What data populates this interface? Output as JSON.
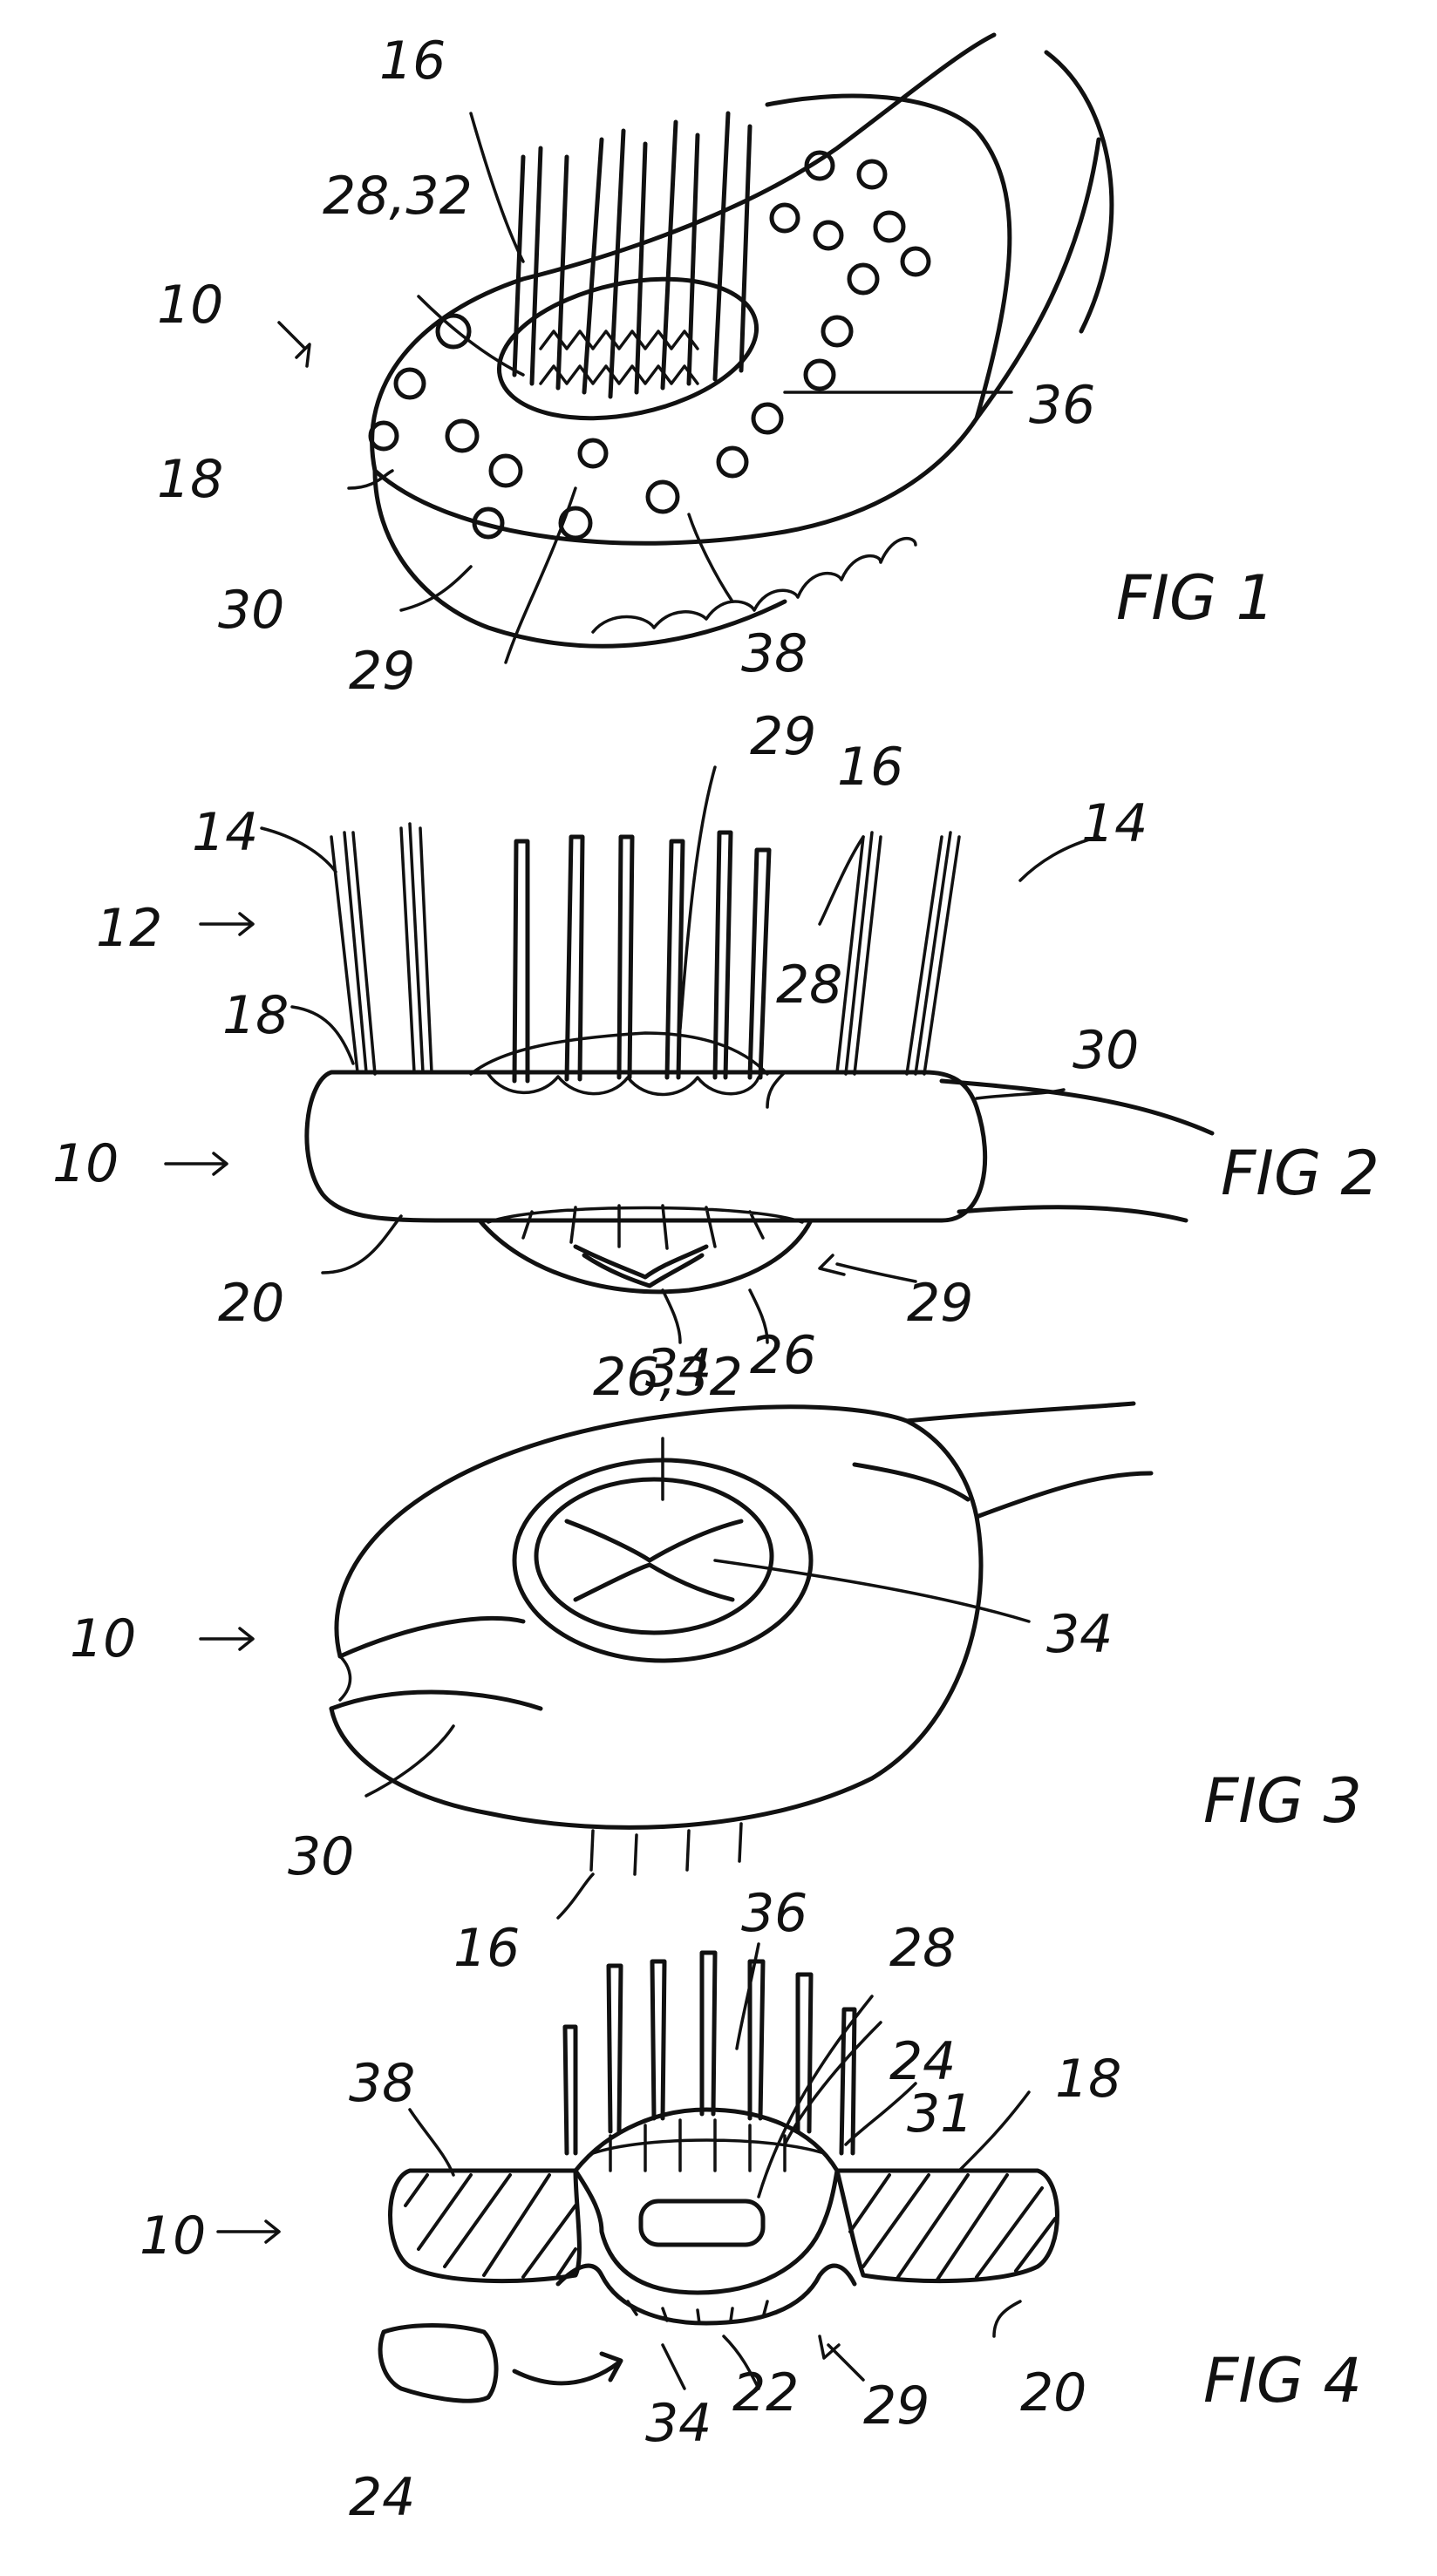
{
  "figures": [
    {
      "id": "fig1",
      "title": "FIG 1",
      "labels": [
        "10",
        "16",
        "28,32",
        "18",
        "30",
        "29",
        "38",
        "36"
      ]
    },
    {
      "id": "fig2",
      "title": "FIG 2",
      "labels": [
        "14",
        "12",
        "18",
        "10",
        "20",
        "29",
        "16",
        "28",
        "14",
        "30",
        "34",
        "26",
        "29"
      ]
    },
    {
      "id": "fig3",
      "title": "FIG 3",
      "labels": [
        "26,32",
        "10",
        "34",
        "30",
        "16"
      ]
    },
    {
      "id": "fig4",
      "title": "FIG 4",
      "labels": [
        "36",
        "28",
        "24",
        "31",
        "18",
        "38",
        "10",
        "34",
        "22",
        "29",
        "20",
        "24"
      ]
    }
  ]
}
